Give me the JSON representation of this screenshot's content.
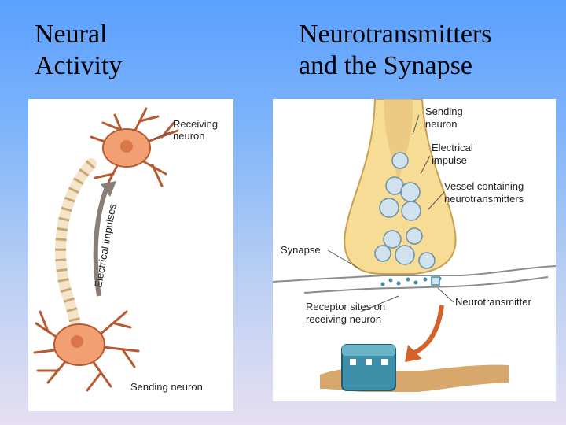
{
  "slide": {
    "title_left": "Neural\nActivity",
    "title_right": "Neurotransmitters\nand the Synapse"
  },
  "left_figure": {
    "labels": {
      "receiving": "Receiving\nneuron",
      "impulses": "Electrical impulses",
      "sending": "Sending neuron"
    }
  },
  "right_figure": {
    "labels": {
      "sending_neuron": "Sending\nneuron",
      "electrical_impulse": "Electrical\nimpulse",
      "vessel": "Vessel containing\nneurotransmitters",
      "synapse": "Synapse",
      "receptor_sites": "Receptor sites on\nreceiving neuron",
      "neurotransmitter": "Neurotransmitter"
    }
  },
  "colors": {
    "neuron_fill": "#f2a073",
    "neuron_stroke": "#b85a30",
    "terminal_fill": "#f6dc95",
    "vesicle_fill": "#cfe2ee",
    "receptor_fill": "#3d8ea8",
    "arrow": "#d4622a"
  }
}
